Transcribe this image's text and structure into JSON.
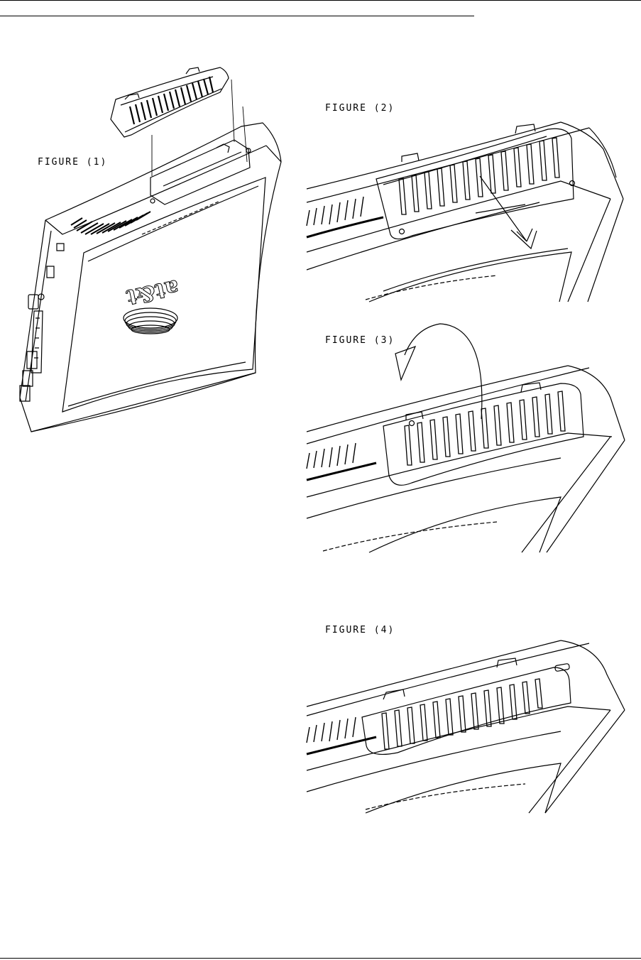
{
  "figures": [
    {
      "id": 1,
      "label": "FIGURE (1)",
      "logo_text": "at&t"
    },
    {
      "id": 2,
      "label": "FIGURE (2)"
    },
    {
      "id": 3,
      "label": "FIGURE (3)"
    },
    {
      "id": 4,
      "label": "FIGURE (4)"
    }
  ],
  "colors": {
    "line": "#000000",
    "background": "#ffffff"
  }
}
